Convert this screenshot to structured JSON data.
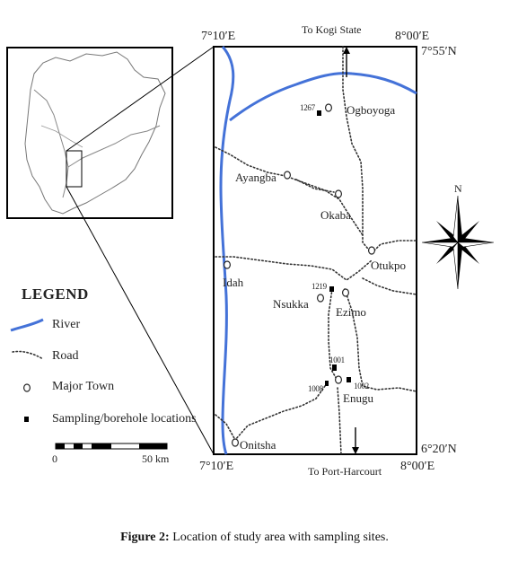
{
  "coordinates": {
    "top_left": "7°10′E",
    "top_right": "8°00′E",
    "right_top": "7°55′N",
    "bottom_left": "7°10′E",
    "bottom_right": "8°00′E",
    "right_bottom": "6°20′N"
  },
  "directions": {
    "north_exit": "To Kogi State",
    "south_exit": "To Port-Harcourt",
    "north_letter": "N"
  },
  "towns": {
    "ogboyoga": "Ogboyoga",
    "ayangba": "Ayangba",
    "okaba": "Okaba",
    "otukpo": "Otukpo",
    "idah": "Idah",
    "nsukka": "Nsukka",
    "ezimo": "Ezimo",
    "enugu": "Enugu",
    "onitsha": "Onitsha"
  },
  "sampling_sites": [
    "1267",
    "1219",
    "1001",
    "1002",
    "1008"
  ],
  "legend": {
    "title": "LEGEND",
    "items": [
      {
        "label": "River",
        "symbol": "river"
      },
      {
        "label": "Road",
        "symbol": "road"
      },
      {
        "label": "Major Town",
        "symbol": "town"
      },
      {
        "label": "Sampling/borehole locations",
        "symbol": "site"
      }
    ]
  },
  "scale_bar": {
    "start": "0",
    "end": "50 km"
  },
  "caption": {
    "label": "Figure 2:",
    "text": "Location of study area with sampling sites."
  },
  "colors": {
    "river": "#4472d8",
    "ink": "#222222"
  }
}
